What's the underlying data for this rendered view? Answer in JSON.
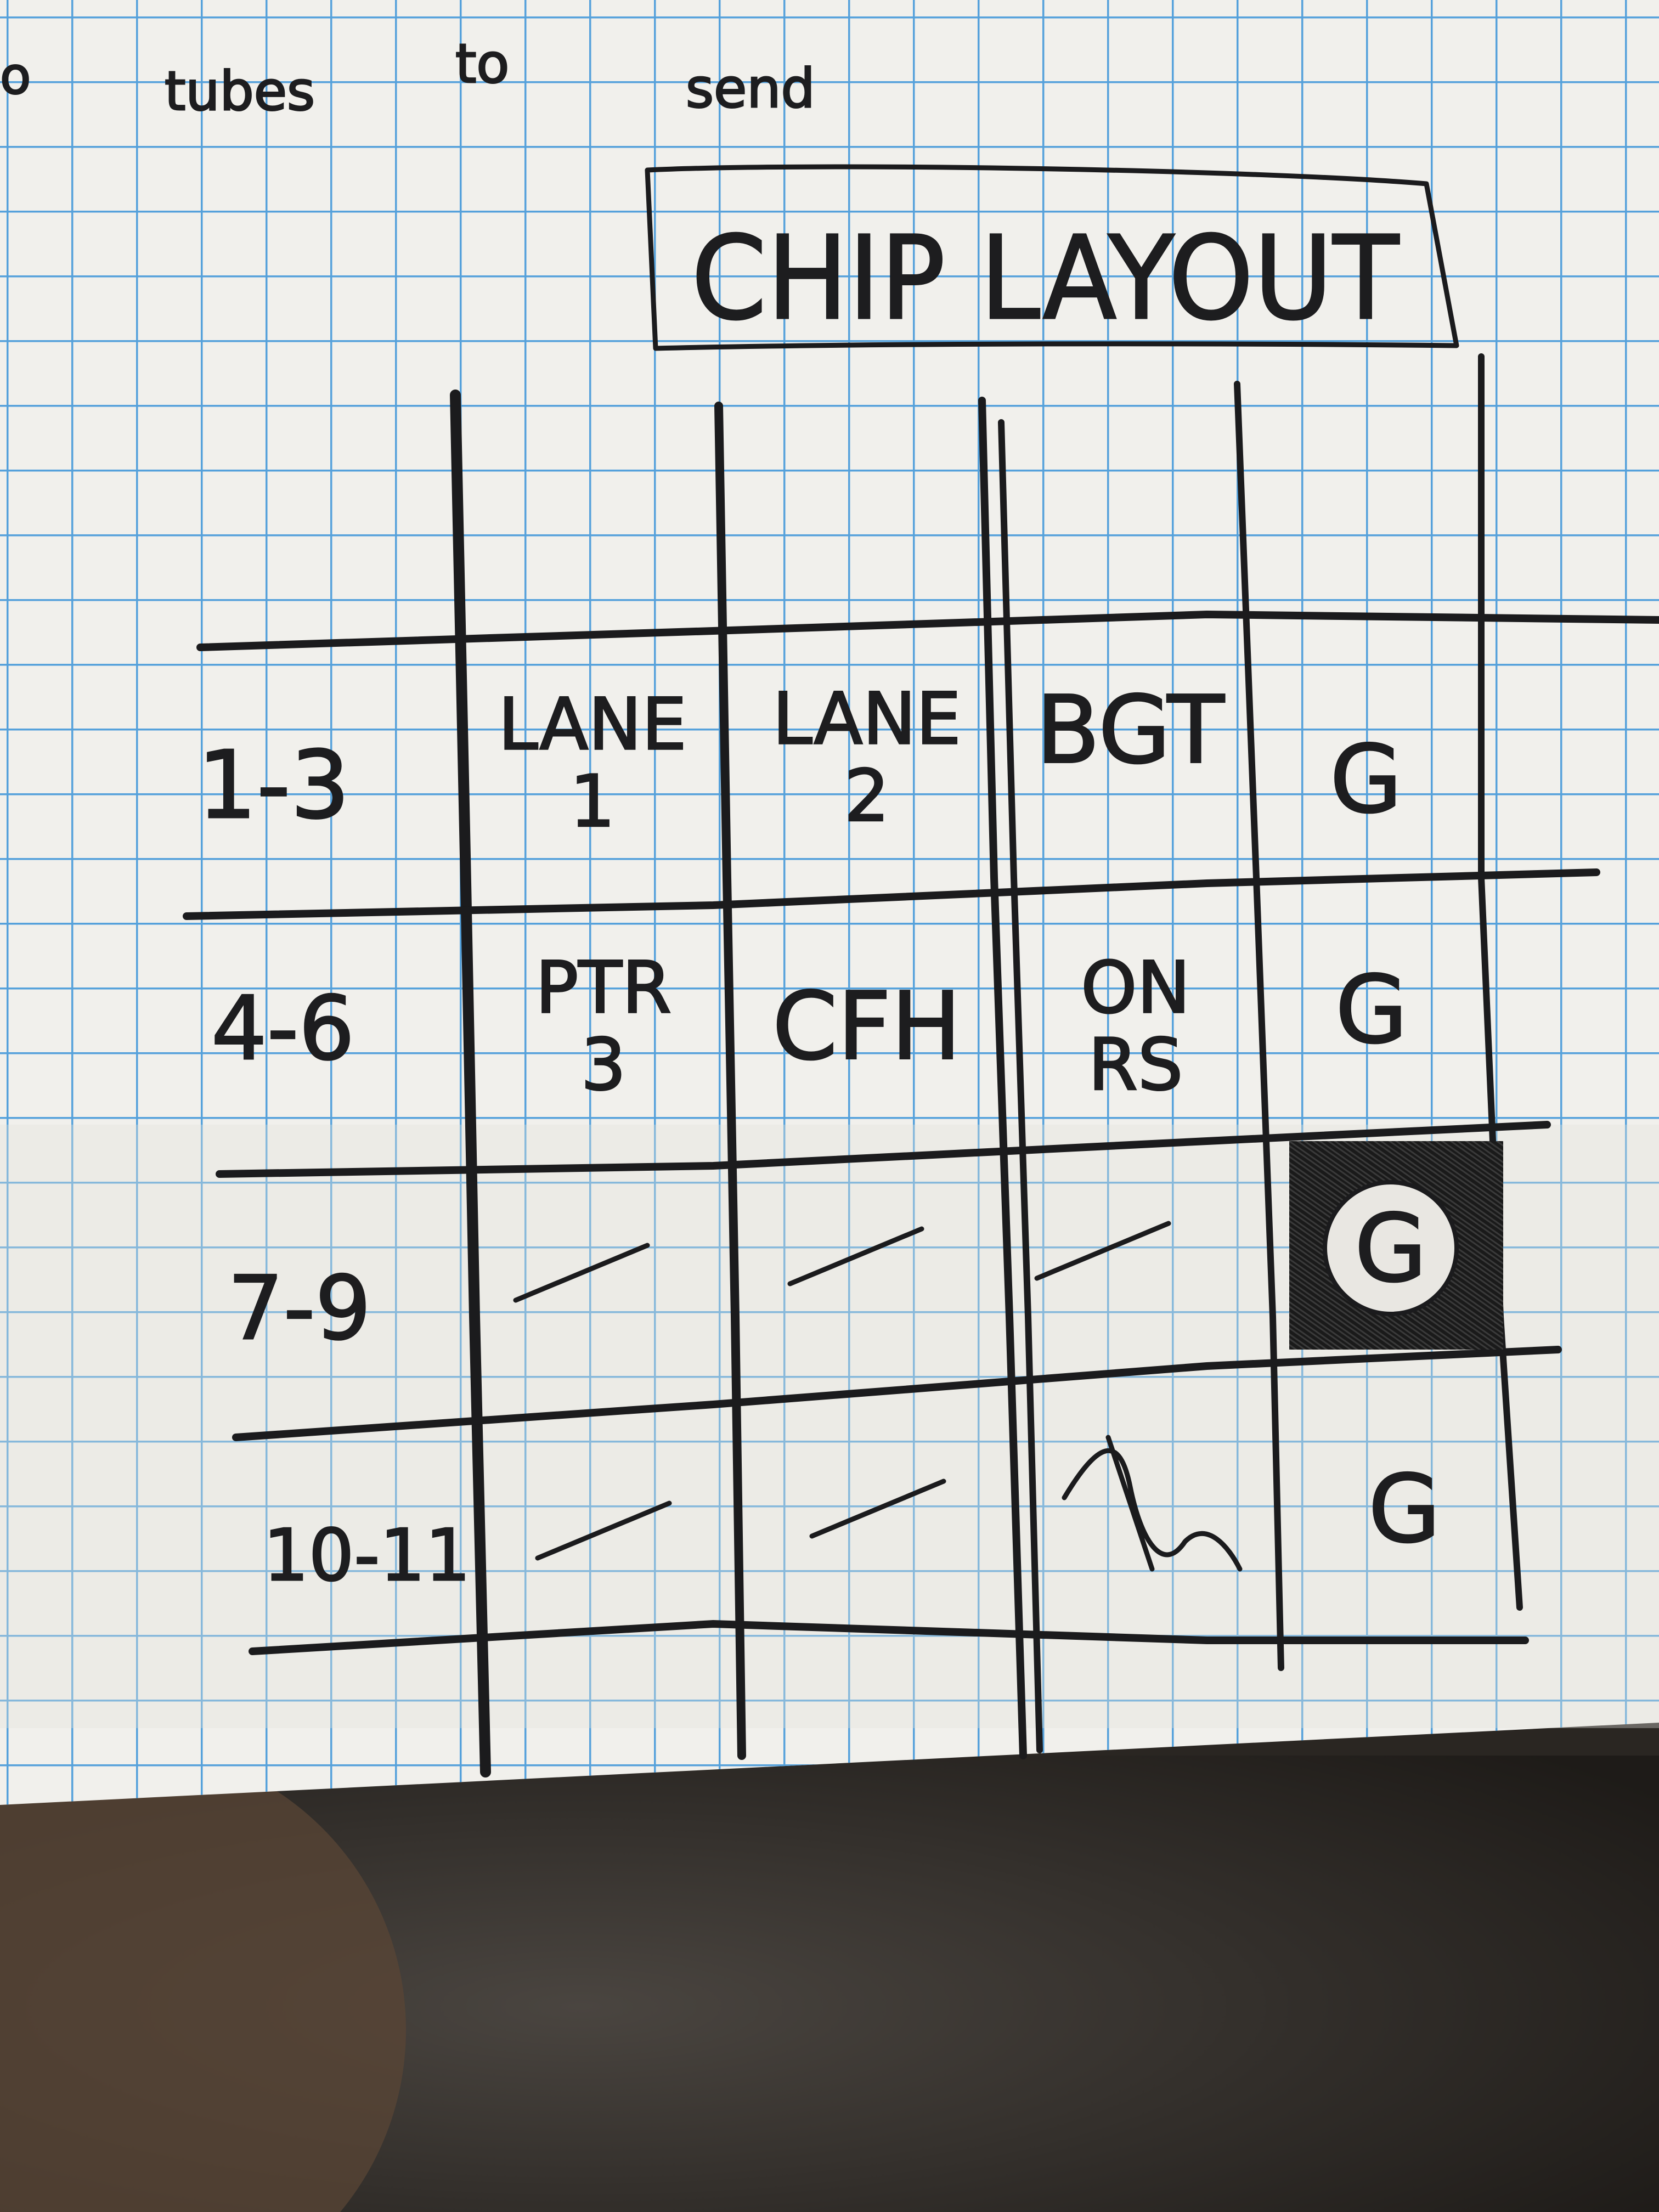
{
  "colors": {
    "paper": "#f1f0ec",
    "grid_lines": "#2f8fd6",
    "ink": "#1b1b1d",
    "background": "#2a2622"
  },
  "top_note": {
    "left_fragment": "o",
    "words": [
      "tubes",
      "to",
      "send"
    ]
  },
  "title": "CHIP LAYOUT",
  "rows": [
    {
      "label": "1-3",
      "cells": [
        {
          "lines": [
            "LANE",
            "1"
          ]
        },
        {
          "lines": [
            "LANE",
            "2"
          ]
        },
        {
          "lines": [
            "BGT"
          ]
        },
        {
          "lines": [
            "G"
          ]
        }
      ]
    },
    {
      "label": "4-6",
      "cells": [
        {
          "lines": [
            "PTR",
            "3"
          ]
        },
        {
          "lines": [
            "CFH"
          ]
        },
        {
          "lines": [
            "ON",
            "RS"
          ]
        },
        {
          "lines": [
            "G"
          ]
        }
      ]
    },
    {
      "label": "7-9",
      "cells": [
        {
          "lines": [],
          "strike": true
        },
        {
          "lines": [],
          "strike": true
        },
        {
          "lines": [],
          "strike": true
        },
        {
          "lines": [
            "G"
          ],
          "shaded": true
        }
      ]
    },
    {
      "label": "10-11",
      "cells": [
        {
          "lines": [],
          "strike": true
        },
        {
          "lines": [],
          "strike": true
        },
        {
          "lines": [],
          "scribble": true
        },
        {
          "lines": [
            "G"
          ]
        }
      ]
    }
  ]
}
